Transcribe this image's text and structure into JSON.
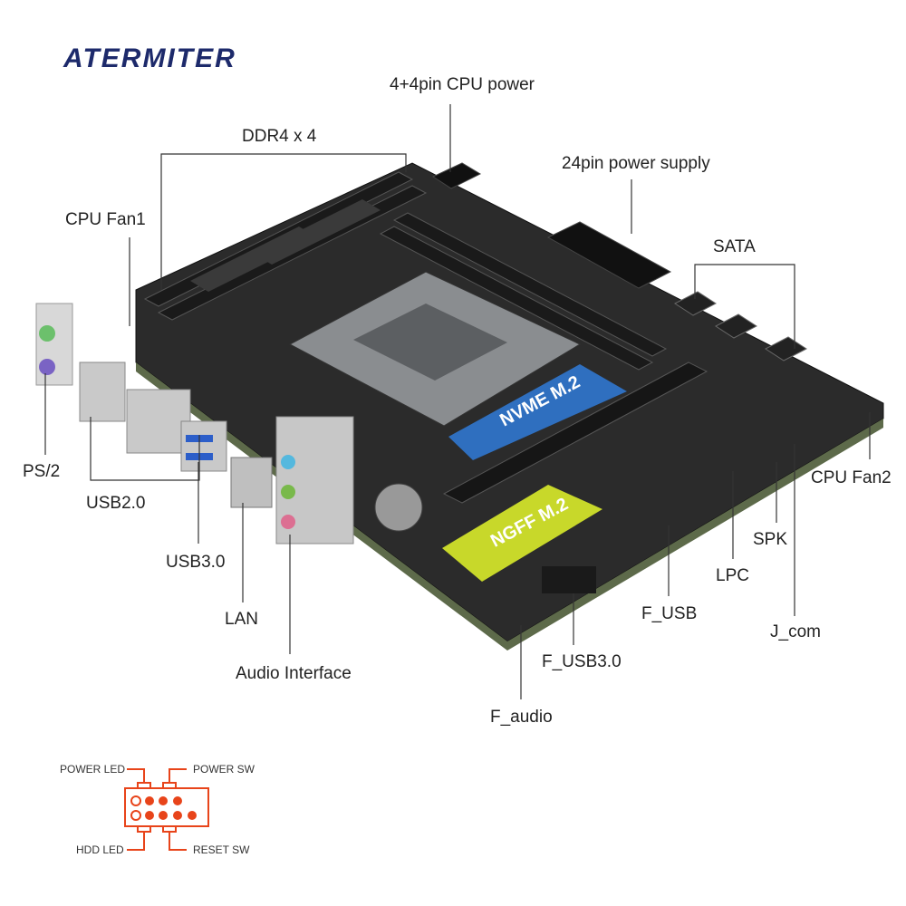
{
  "brand": {
    "logo": "ATERMITER"
  },
  "slots": {
    "nvme": "NVME M.2",
    "ngff": "NGFF M.2"
  },
  "labels": {
    "ddr4": "DDR4 x 4",
    "cpu_power": "4+4pin CPU power",
    "atx_power": "24pin power supply",
    "sata": "SATA",
    "cpu_fan1": "CPU Fan1",
    "ps2": "PS/2",
    "usb2": "USB2.0",
    "usb3": "USB3.0",
    "lan": "LAN",
    "audio": "Audio Interface",
    "f_audio": "F_audio",
    "f_usb3": "F_USB3.0",
    "f_usb": "F_USB",
    "lpc": "LPC",
    "spk": "SPK",
    "j_com": "J_com",
    "cpu_fan2": "CPU Fan2"
  },
  "front_panel": {
    "power_led": "POWER LED",
    "power_sw": "POWER SW",
    "hdd_led": "HDD LED",
    "reset_sw": "RESET SW"
  },
  "colors": {
    "brand": "#1d2a6b",
    "nvme": "#2f6fbf",
    "ngff": "#c8d82a",
    "pins": "#e8441a"
  }
}
